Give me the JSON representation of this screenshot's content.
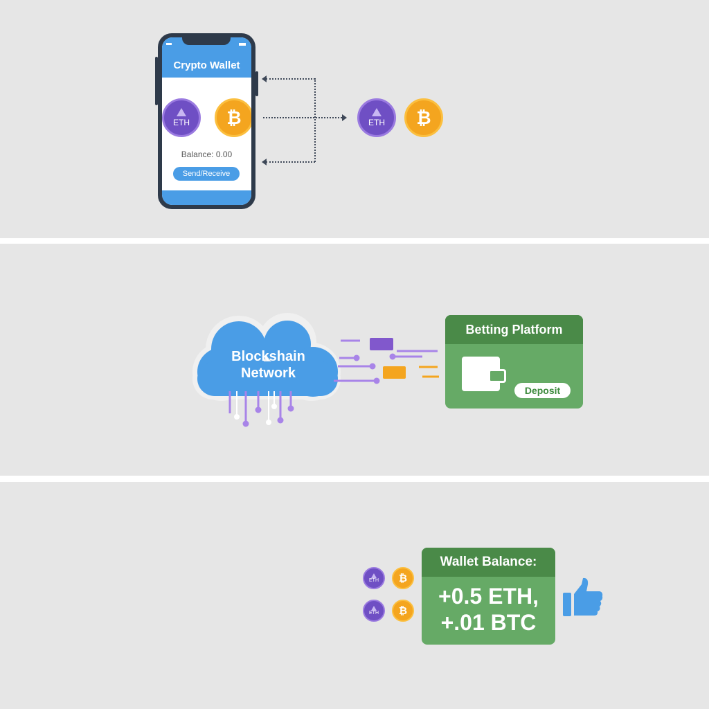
{
  "panel1": {
    "phone_title": "Crypto Wallet",
    "coins": [
      {
        "label": "ETH",
        "icon": "ethereum-icon"
      },
      {
        "label": "₿",
        "icon": "bitcoin-icon"
      }
    ],
    "balance": "Balance: 0.00",
    "send_receive_label": "Send/Receive",
    "external_coins": [
      {
        "label": "ETH"
      },
      {
        "label": "₿"
      }
    ]
  },
  "panel2": {
    "cloud_label_line1": "Blockshain",
    "cloud_label_line2": "Network",
    "platform_title": "Betting Platform",
    "deposit_label": "Deposit"
  },
  "panel3": {
    "balance_title": "Wallet Balance:",
    "balance_line1": "+0.5 ETH,",
    "balance_line2": "+.01 BTC",
    "coins": [
      {
        "label": "ETH"
      },
      {
        "label": "₿"
      },
      {
        "label": "ETH"
      },
      {
        "label": "₿"
      }
    ]
  },
  "colors": {
    "background": "#e6e6e6",
    "blue": "#4a9de6",
    "purple": "#6f4fc4",
    "orange": "#f4a51f",
    "green": "#66aa66",
    "green_dark": "#4a8a48",
    "phone": "#2e3a4a"
  }
}
